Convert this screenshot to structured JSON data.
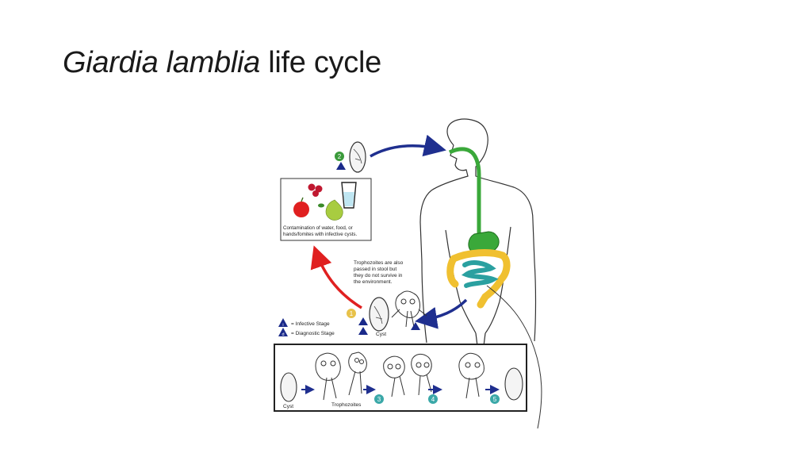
{
  "slide": {
    "title_italic": "Giardia lamblia",
    "title_rest": " life cycle"
  },
  "diagram": {
    "contamination_text_1": "Contamination of water, food, or",
    "contamination_text_2": "hands/fomites with infective cysts.",
    "trophozoite_note_1": "Trophozoites are also",
    "trophozoite_note_2": "passed in stool but",
    "trophozoite_note_3": "they do not survive in",
    "trophozoite_note_4": "the environment.",
    "legend_infective": "= Infective Stage",
    "legend_diagnostic": "= Diagnostic Stage",
    "legend_i": "i",
    "legend_d": "d",
    "cyst_label": "Cyst",
    "bottom_cyst_label": "Cyst",
    "bottom_troph_label": "Trophozoites",
    "step_1": "1",
    "step_2": "2",
    "step_3": "3",
    "step_4": "4",
    "step_5": "5"
  },
  "colors": {
    "step_green": "#3a9a3a",
    "step_yellow": "#e8c24a",
    "step_teal": "#3aa8a8",
    "arrow_blue": "#1f2f8f",
    "arrow_red": "#e02020",
    "esophagus_green": "#3aa83a",
    "colon_yellow": "#f0c030",
    "intestine_teal": "#2aa0a0",
    "triangle_navy": "#1a2a8a"
  }
}
